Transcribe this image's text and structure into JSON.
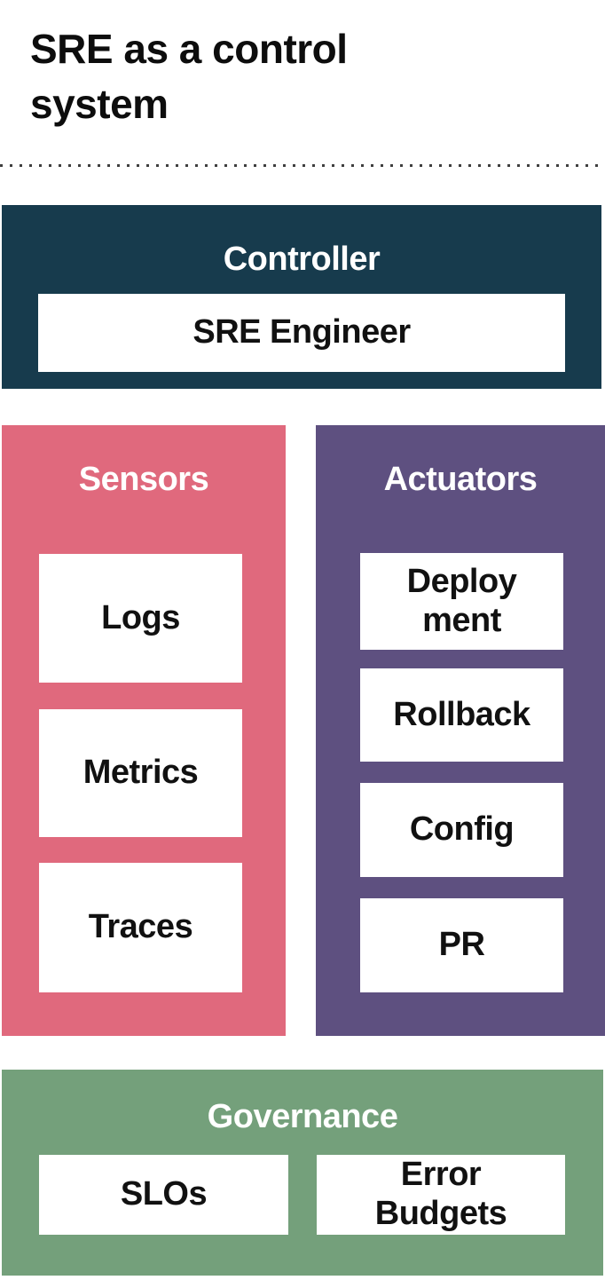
{
  "title": "SRE as a control system",
  "colors": {
    "controller_bg": "#173B4D",
    "sensors_bg": "#E0697D",
    "actuators_bg": "#5E5080",
    "governance_bg": "#74A07B",
    "card_bg": "#FFFFFF",
    "heading_text": "#FFFFFF",
    "card_text": "#111111",
    "title_text": "#0D0D0D",
    "divider_dot": "#3F3F3F"
  },
  "sections": {
    "controller": {
      "label": "Controller",
      "items": [
        "SRE Engineer"
      ]
    },
    "sensors": {
      "label": "Sensors",
      "items": [
        "Logs",
        "Metrics",
        "Traces"
      ]
    },
    "actuators": {
      "label": "Actuators",
      "items": [
        "Deploy​ment",
        "Rollback",
        "Config",
        "PR"
      ]
    },
    "governance": {
      "label": "Governance",
      "items": [
        "SLOs",
        "Error Budgets"
      ]
    }
  }
}
